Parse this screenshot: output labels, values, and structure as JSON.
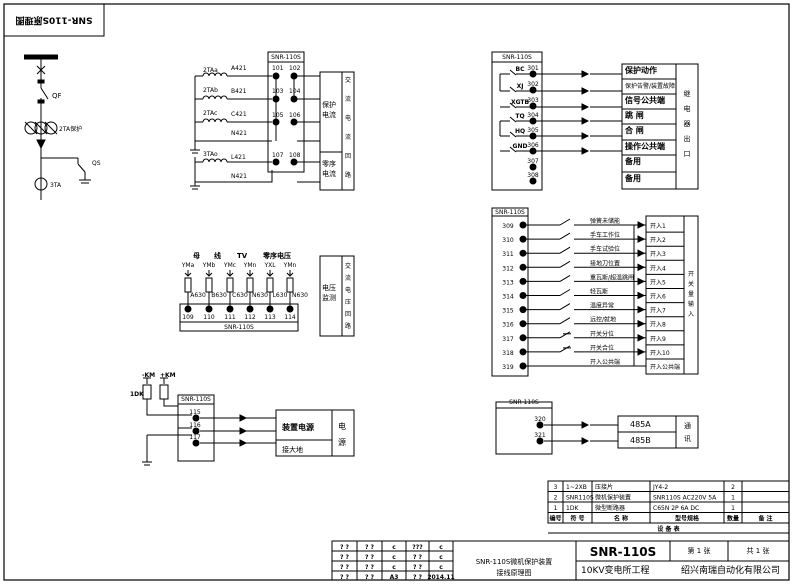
{
  "corner_stamp": "SNR-110S原理图",
  "one_line": {
    "qf": "QF",
    "ta": "2TA保护",
    "qs": "QS",
    "ta3": "3TA"
  },
  "current_circuit": {
    "module": "SNR-110S",
    "ta_labels": [
      "2TAa",
      "2TAb",
      "2TAc",
      "3TAo"
    ],
    "wire_labels": [
      "A421",
      "B421",
      "C421",
      "N421",
      "L421",
      "N421"
    ],
    "terminals": [
      "101",
      "102",
      "103",
      "104",
      "105",
      "106",
      "107",
      "108"
    ],
    "box_protect": "保护电流",
    "box_zero": "零序电流",
    "side_label": "交流电流回路"
  },
  "relay_outputs": {
    "module": "SNR-110S",
    "terminals": [
      "301",
      "302",
      "303",
      "304",
      "305",
      "306",
      "307",
      "308"
    ],
    "contacts": [
      "BC",
      "XJ",
      "XGTB",
      "TQ",
      "HQ",
      "GND"
    ],
    "items": [
      "保护动作",
      "保护告警/装置故障",
      "信号公共端",
      "跳 闸",
      "合 闸",
      "操作公共端",
      "备用",
      "备用"
    ],
    "side_label": "继电器出口"
  },
  "voltage_circuit": {
    "headers": [
      "母",
      "线",
      "TV",
      "零序电压"
    ],
    "taps": [
      "YMa",
      "YMb",
      "YMc",
      "YMn",
      "YXL",
      "YMn"
    ],
    "wires": [
      "A630",
      "B630",
      "C630",
      "N630",
      "L630",
      "N630"
    ],
    "terminals": [
      "109",
      "110",
      "111",
      "112",
      "113",
      "114"
    ],
    "module": "SNR-110S",
    "box_label": "电压监测",
    "side_label": "交流电压回路"
  },
  "binary_inputs": {
    "module": "SNR-110S",
    "terminals": [
      "309",
      "310",
      "311",
      "312",
      "313",
      "314",
      "315",
      "316",
      "317",
      "318",
      "319"
    ],
    "signals": [
      "弹簧未储能",
      "手车工作位",
      "手车试验位",
      "接地刀位置",
      "重瓦斯/超温跳闸",
      "轻瓦斯",
      "温度异常",
      "远控/就地",
      "开关分位",
      "开关合位",
      "开入公共端"
    ],
    "inputs": [
      "开入1",
      "开入2",
      "开入3",
      "开入4",
      "开入5",
      "开入6",
      "开入7",
      "开入8",
      "开入9",
      "开入10",
      "开入公共端"
    ],
    "side_label": "开关量输入"
  },
  "power_circuit": {
    "buses": [
      "-KM",
      "+KM"
    ],
    "breaker": "1DK",
    "module": "SNR-110S",
    "terminals": [
      "115",
      "116",
      "117"
    ],
    "box_main": "装置电源",
    "box_ground": "接大地",
    "side_label": "电源"
  },
  "comm_circuit": {
    "module": "SNR-110S",
    "terminals": [
      "320",
      "321"
    ],
    "items": [
      "485A",
      "485B"
    ],
    "side_label": "通讯"
  },
  "equipment_table": {
    "rows": [
      [
        "3",
        "1~2XB",
        "压接片",
        "JY4-2",
        "2",
        ""
      ],
      [
        "2",
        "SNR110S",
        "微机保护装置",
        "SNR110S  AC220V 5A",
        "1",
        ""
      ],
      [
        "1",
        "1DK",
        "微型断路器",
        "C65N 2P 6A DC",
        "1",
        ""
      ]
    ],
    "header": [
      "编号",
      "符 号",
      "名 称",
      "型号规格",
      "数量",
      "备 注"
    ],
    "title": "设  备  表"
  },
  "title_block": {
    "sig_grid": [
      [
        "? ?",
        "? ?",
        "c",
        "???",
        "c"
      ],
      [
        "? ?",
        "? ?",
        "c",
        "? ?",
        "c"
      ],
      [
        "? ?",
        "? ?",
        "c",
        "? ?",
        "c"
      ],
      [
        "? ?",
        "? ?",
        "A3",
        "? ?",
        "2014.11"
      ]
    ],
    "drawing_name_1": "SNR-110S微机保护装置",
    "drawing_name_2": "接线原理图",
    "model": "SNR-110S",
    "sheet": "第 1 张",
    "total": "共 1 张",
    "project": "10KV变电所工程",
    "company": "绍兴南瑞自动化有限公司"
  }
}
